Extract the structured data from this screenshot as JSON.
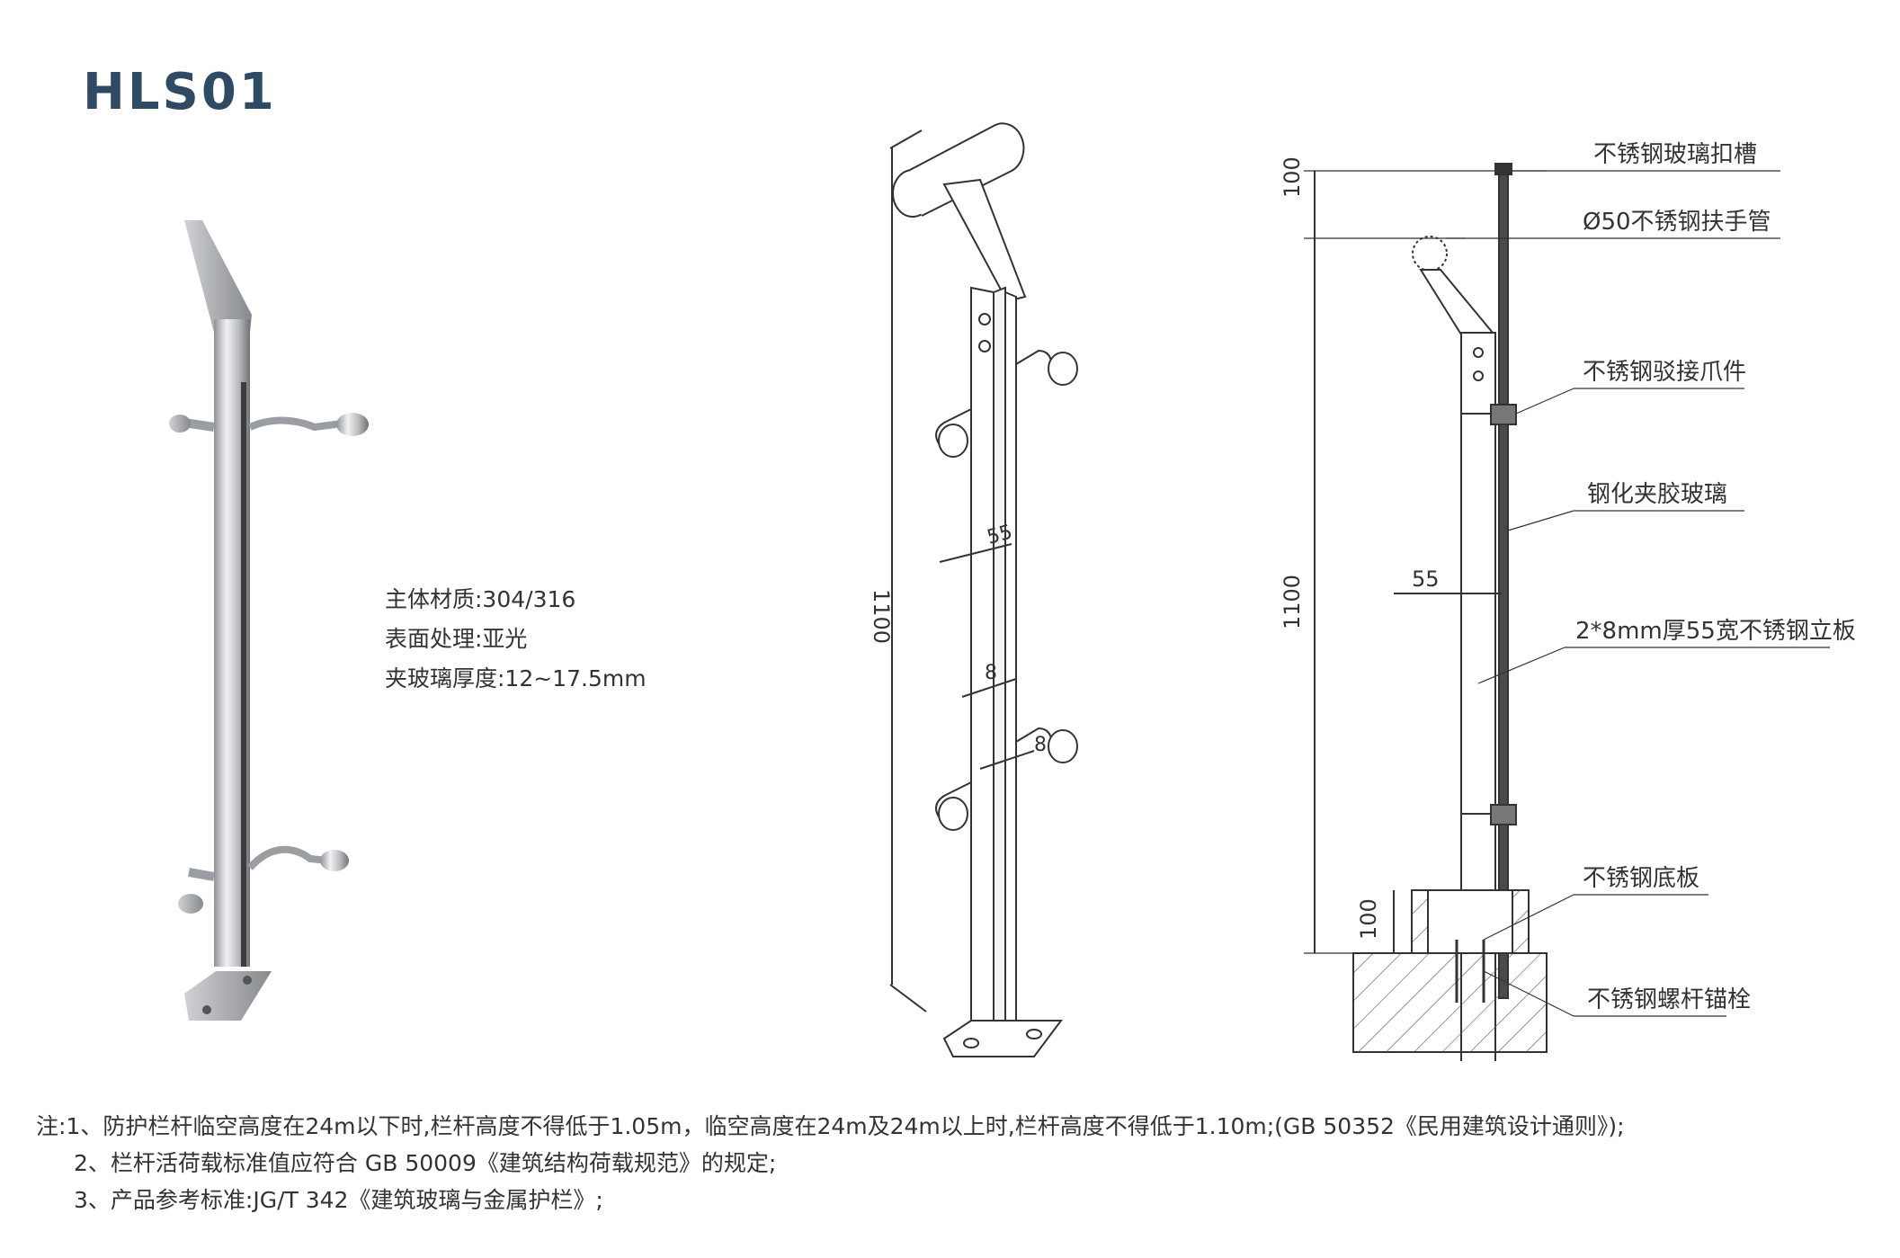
{
  "title": "HLS01",
  "specs": [
    "主体材质:304/316",
    "表面处理:亚光",
    "夹玻璃厚度:12~17.5mm"
  ],
  "isometric": {
    "dim_height": "1100",
    "dim_width": "55",
    "dim_plate_a": "8",
    "dim_plate_b": "8"
  },
  "section": {
    "dim_top": "100",
    "dim_main": "1100",
    "dim_width": "55",
    "dim_base": "100",
    "labels": [
      "不锈钢玻璃扣槽",
      "Ø50不锈钢扶手管",
      "不锈钢驳接爪件",
      "钢化夹胶玻璃",
      "2*8mm厚55宽不锈钢立板",
      "不锈钢底板",
      "不锈钢螺杆锚栓"
    ]
  },
  "notes": [
    "注:1、防护栏杆临空高度在24m以下时,栏杆高度不得低于1.05m，临空高度在24m及24m以上时,栏杆高度不得低于1.10m;(GB 50352《民用建筑设计通则》);",
    "2、栏杆活荷载标准值应符合 GB 50009《建筑结构荷载规范》的规定;",
    "3、产品参考标准:JG/T 342《建筑玻璃与金属护栏》;"
  ]
}
